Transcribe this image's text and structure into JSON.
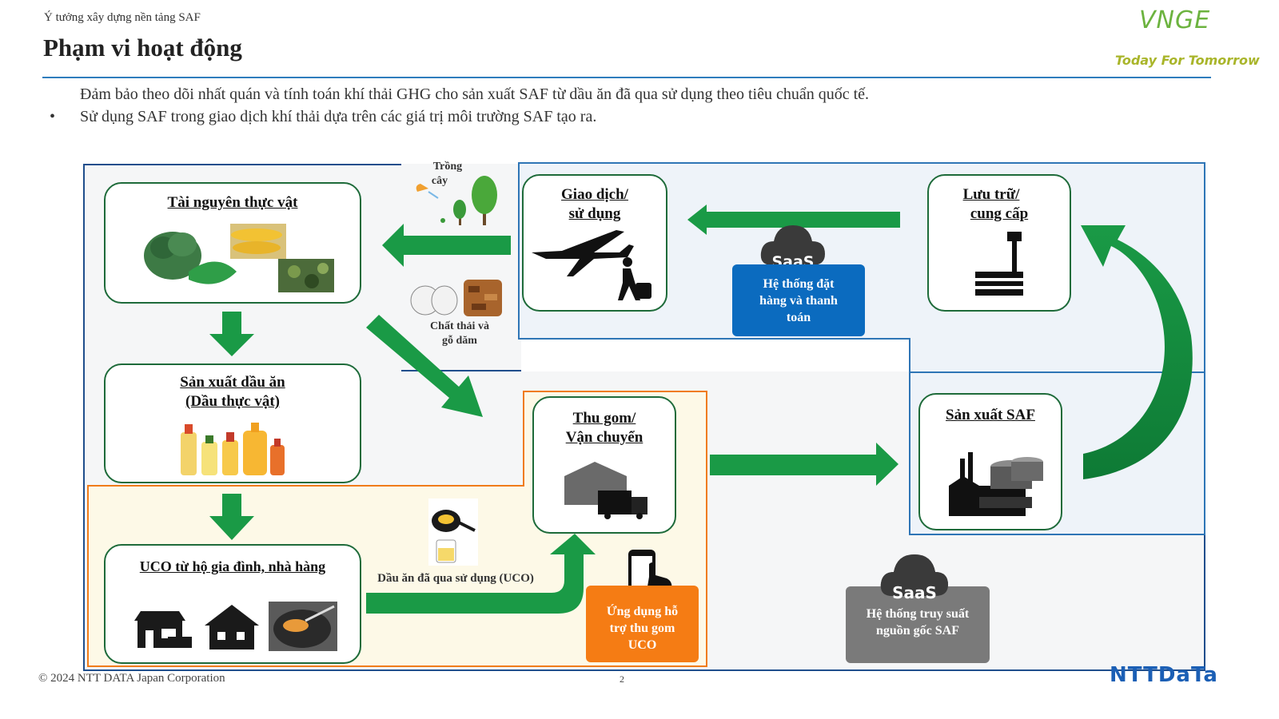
{
  "header": {
    "breadcrumb": "Ý tưởng xây dựng nền tảng SAF",
    "title": "Phạm vi hoạt động",
    "logo_mark": "VNGE",
    "logo_tagline": "Today For Tomorrow"
  },
  "bullets": [
    "Đảm bảo theo dõi nhất quán và tính toán khí thải GHG cho sản xuất SAF từ dầu ăn đã qua sử dụng theo tiêu chuẩn quốc tế.",
    "Sử dụng SAF trong giao dịch khí thải dựa trên các giá trị môi trường SAF tạo ra."
  ],
  "bullet_symbol": "•",
  "nodes": {
    "plant_resources": "Tài nguyên thực vật",
    "oil_production_line1": "Sản xuất dầu ăn",
    "oil_production_line2": "(Dầu thực vật)",
    "uco_source": "UCO từ hộ gia đình, nhà hàng",
    "collection_line1": "Thu gom/",
    "collection_line2": "Vận chuyển",
    "trading_line1": "Giao dịch/",
    "trading_line2": "sử dụng",
    "storage_line1": "Lưu trữ/",
    "storage_line2": "cung cấp",
    "saf_production": "Sản xuất SAF"
  },
  "labels": {
    "planting_line1": "Trồng",
    "planting_line2": "cây",
    "waste_line1": "Chất thải và",
    "waste_line2": "gỗ dăm",
    "uco_flow": "Dầu ăn đã qua sử dụng (UCO)"
  },
  "saas": {
    "cloud_label": "SaaS",
    "ordering_line1": "Hệ thống đặt",
    "ordering_line2": "hàng và thanh",
    "ordering_line3": "toán",
    "collection_app_line1": "Ứng dụng hỗ",
    "collection_app_line2": "trợ thu gom",
    "collection_app_line3": "UCO",
    "traceability_line1": "Hệ thống truy suất",
    "traceability_line2": "nguồn gốc SAF"
  },
  "footer": {
    "copyright": "© 2024 NTT DATA Japan Corporation",
    "page_number": "2",
    "company_logo": "NTTDaTa"
  },
  "colors": {
    "arrow_green": "#1a9a46",
    "node_border": "#1e6b3a",
    "ordering_blue": "#0b6bbf",
    "app_orange": "#f57c14",
    "trace_grey": "#7a7a7a",
    "region_border_blue": "#2e75b6",
    "region_border_orange": "#f07c1a"
  }
}
